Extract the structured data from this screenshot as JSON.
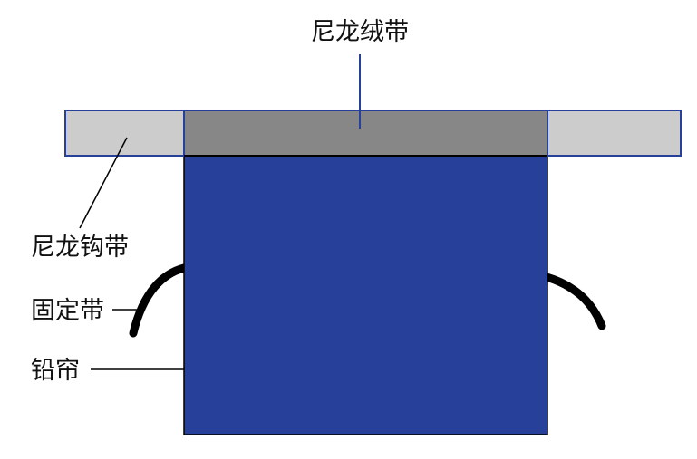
{
  "labels": {
    "velvet_strap": "尼龙绒带",
    "hook_strap": "尼龙钩带",
    "fixing_strap": "固定带",
    "lead_curtain": "铅帘"
  },
  "colors": {
    "lead_curtain": "#27409a",
    "velvet_strap": "#878787",
    "hook_strap": "#cccccc",
    "outline": "#27409a",
    "fixing_strap": "#000000",
    "leader_line": "#000000"
  }
}
